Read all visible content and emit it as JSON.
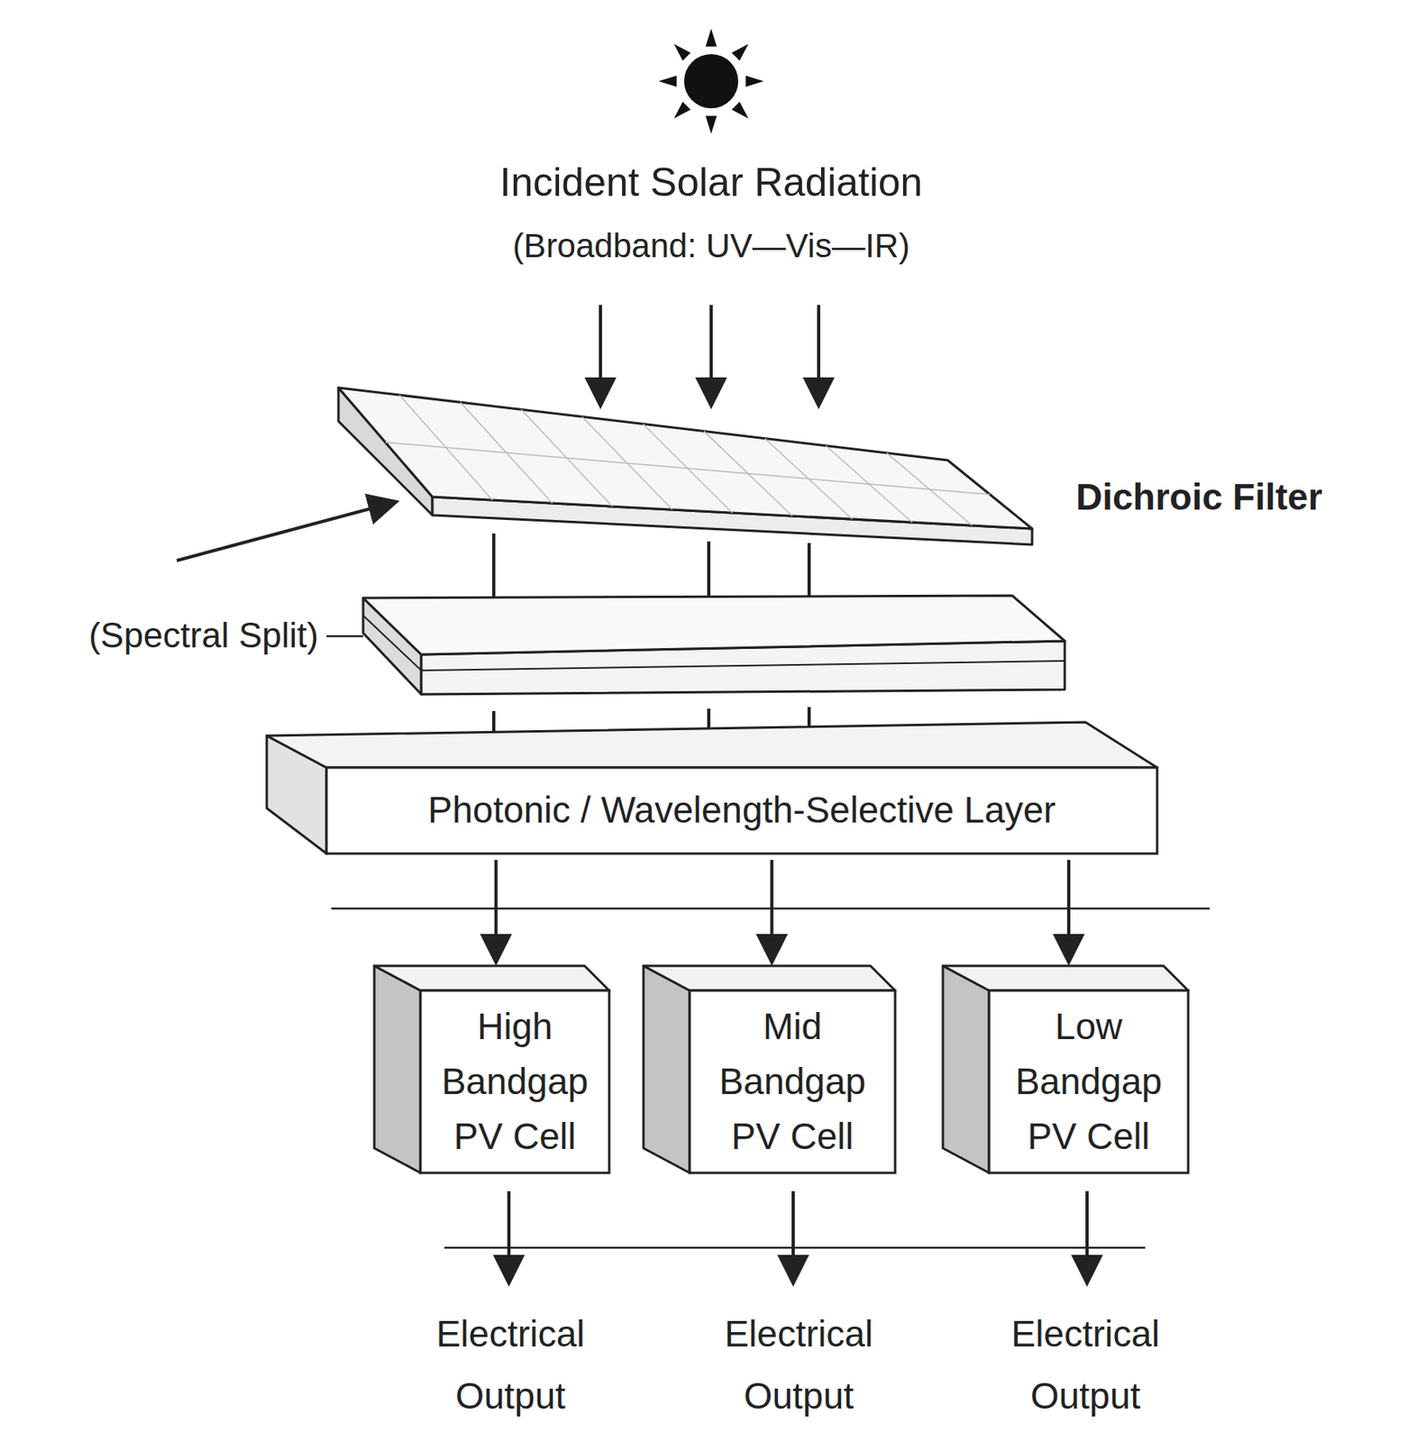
{
  "diagram": {
    "nodes": [
      {
        "text": [
          "Photonic / Wavelength-Selective Layer"
        ]
      },
      {
        "text": [
          "High Bandgap PV Cell"
        ]
      },
      {
        "text": [
          "Mid Bandgap PV Cell"
        ]
      },
      {
        "text": [
          "Low Bandgap PV Cell"
        ]
      }
    ],
    "edges": [
      {
        "from": 0,
        "to": 1,
        "arrow": "to"
      },
      {
        "from": 0,
        "to": 2,
        "arrow": "to"
      },
      {
        "from": 0,
        "to": 3,
        "arrow": "to"
      }
    ],
    "labels": [
      "Incident Solar Radiation",
      "(Broadband: UV—Vis—IR)",
      "Dichroic Filter",
      "(Spectral Split)",
      "Electrical Output",
      "Electrical Output",
      "Electrical Output"
    ]
  }
}
